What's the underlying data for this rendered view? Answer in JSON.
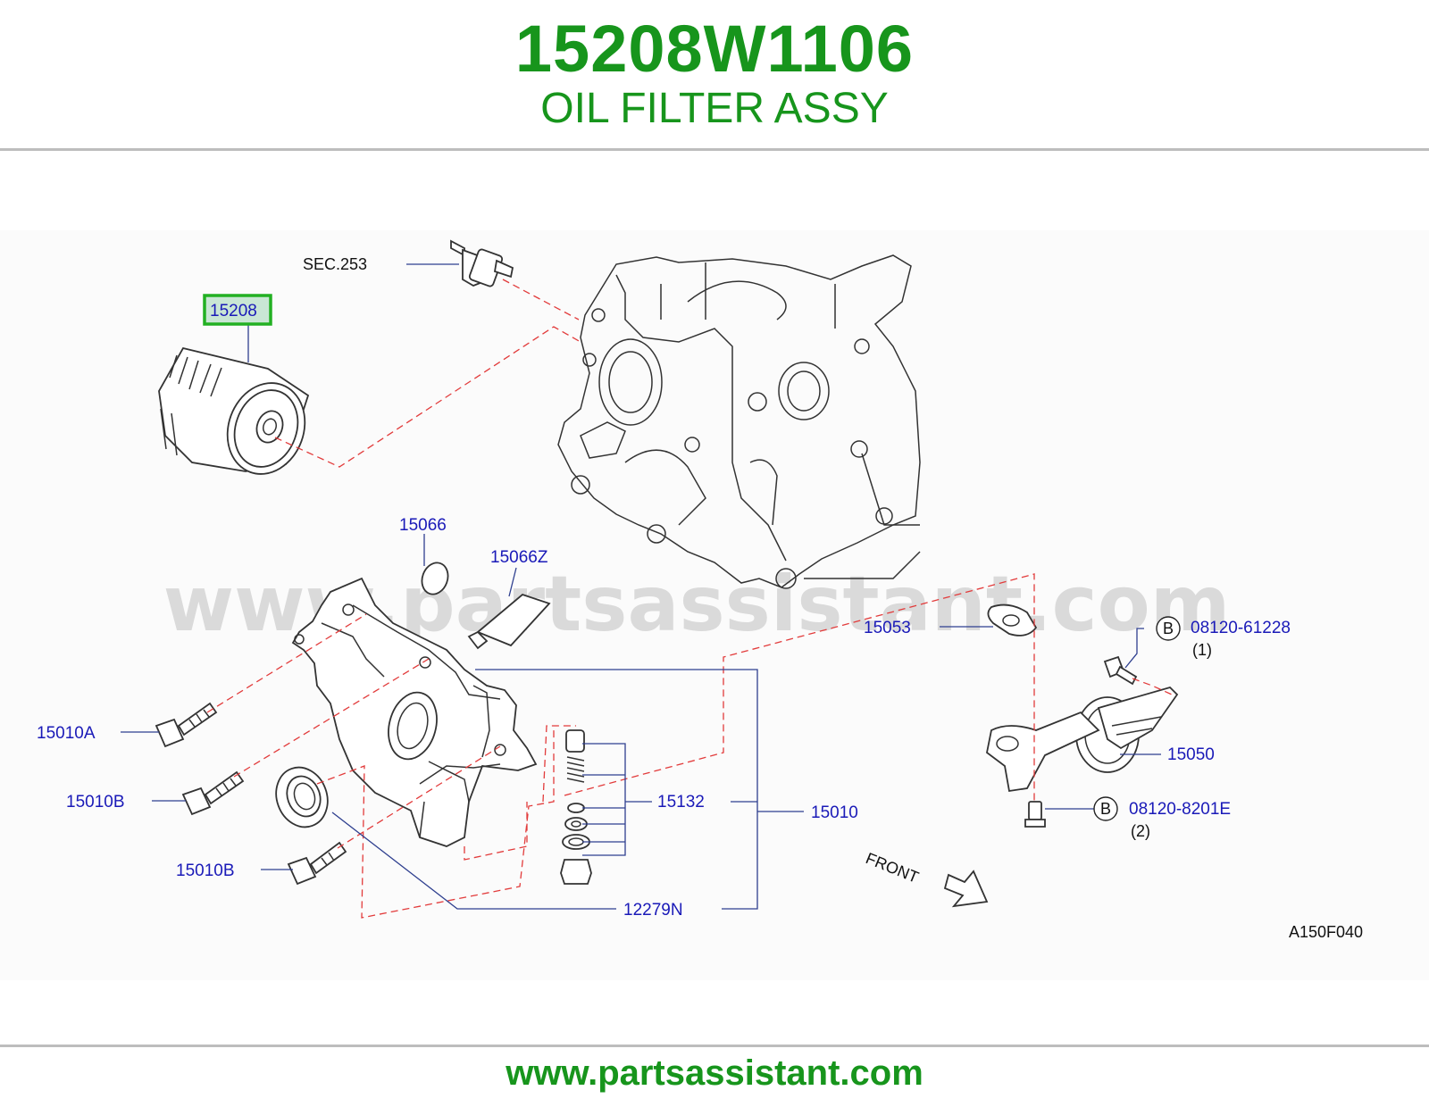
{
  "header": {
    "part_number": "15208W1106",
    "part_name": "OIL FILTER ASSY"
  },
  "footer": {
    "url": "www.partsassistant.com"
  },
  "diagram": {
    "watermark": "www.partsassistant.com",
    "highlighted_part": "15208",
    "callouts": {
      "sec253": "SEC.253",
      "p15208": "15208",
      "p15066": "15066",
      "p15066z": "15066Z",
      "p15053": "15053",
      "p08120_61228": "08120-61228",
      "qty1": "(1)",
      "p15010a": "15010A",
      "p15010b_1": "15010B",
      "p15132": "15132",
      "p15010": "15010",
      "p15050": "15050",
      "p08120_8201e": "08120-8201E",
      "qty2": "(2)",
      "p15010b_2": "15010B",
      "p12279n": "12279N",
      "front": "FRONT",
      "figure_code": "A150F040",
      "bolt_symbol_1": "B",
      "bolt_symbol_2": "B"
    },
    "colors": {
      "title_green": "#17951c",
      "callout_blue": "#1a1ab8",
      "highlight_green": "#22b022",
      "leader_line": "#2e3f8f",
      "dashed_line": "#e23b3b"
    }
  }
}
